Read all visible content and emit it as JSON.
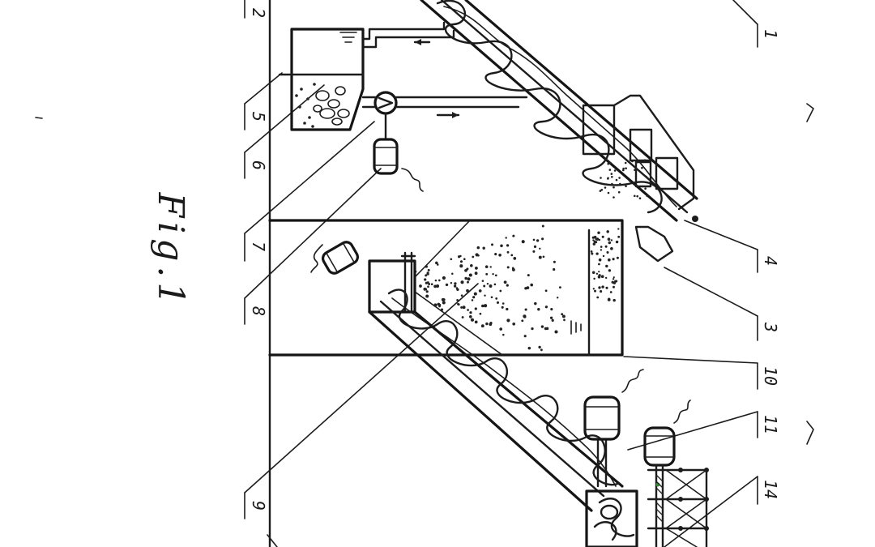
{
  "figure": {
    "title": "Fig.1"
  },
  "reference_numerals": [
    "1",
    "2",
    "3",
    "4",
    "5",
    "6",
    "7",
    "8",
    "9",
    "10",
    "11",
    "14"
  ],
  "colors": {
    "ink": "#1c1c1c",
    "paper": "#ffffff"
  },
  "orientation": "rotated 90 degrees clockwise (patent drawing sheet)"
}
